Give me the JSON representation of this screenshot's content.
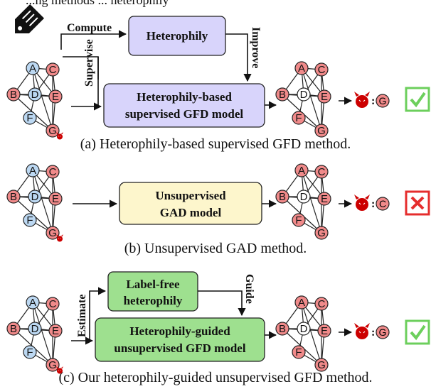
{
  "top_text": "...ng methods ... heterophily",
  "panel_a": {
    "compute_label": "Compute",
    "supervise_label": "Supervise",
    "improve_label": "Improve",
    "heterophily_box": "Heterophily",
    "model_box_line1": "Heterophily-based",
    "model_box_line2": "supervised GFD model",
    "result_label": "G",
    "caption": "(a)  Heterophily-based supervised GFD method."
  },
  "panel_b": {
    "model_box_line1": "Unsupervised",
    "model_box_line2": "GAD model",
    "result_label": "C",
    "caption": "(b)  Unsupervised GAD method."
  },
  "panel_c": {
    "estimate_label": "Estimate",
    "guide_label": "Guide",
    "labelfree_box_line1": "Label-free",
    "labelfree_box_line2": "heterophily",
    "model_box_line1": "Heterophily-guided",
    "model_box_line2": "unsupervised GFD model",
    "result_label": "G",
    "caption": "(c)  Our heterophily-guided unsupervised GFD method."
  },
  "node_labels": [
    "A",
    "B",
    "C",
    "D",
    "E",
    "F",
    "G"
  ],
  "colors": {
    "blue_node": "#bcd8f2",
    "red_node": "#f08a8a",
    "purple_box": "#d8d4fb",
    "yellow_box": "#fdf6cc",
    "green_box": "#9ee08f",
    "check": "#6ccf5c",
    "cross": "#e52d2d",
    "devil": "#cc0000"
  },
  "icons": [
    "price-tag-icon",
    "devil-icon",
    "check-icon",
    "cross-icon"
  ]
}
